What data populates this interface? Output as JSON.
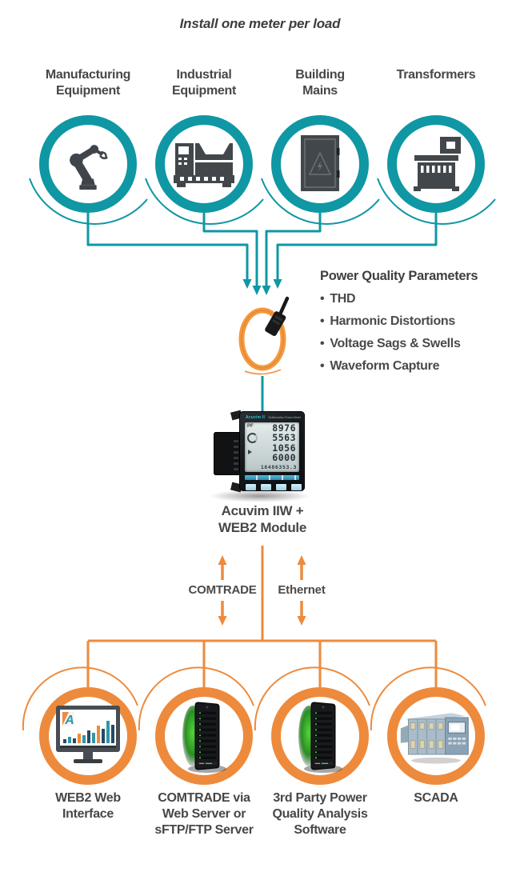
{
  "title": "Install one meter per load",
  "colors": {
    "teal": "#0f97a4",
    "orange": "#ee8a3c",
    "icon_gray": "#42474b",
    "text_dark": "#454545"
  },
  "sources": {
    "items": [
      {
        "label": "Manufacturing\nEquipment",
        "icon": "robot-arm-icon"
      },
      {
        "label": "Industrial\nEquipment",
        "icon": "cnc-machine-icon"
      },
      {
        "label": "Building\nMains",
        "icon": "electrical-panel-icon"
      },
      {
        "label": "Transformers",
        "icon": "transformer-icon"
      }
    ]
  },
  "power_quality": {
    "heading": "Power Quality Parameters",
    "bullet_glyph": "•",
    "items": [
      "THD",
      "Harmonic Distortions",
      "Voltage Sags & Swells",
      "Waveform Capture"
    ]
  },
  "meter": {
    "label": "Acuvim IIW +\nWEB2 Module",
    "brand": "Acuvim II",
    "model_text": "Multifunction Power Meter",
    "display": {
      "indicator": "PF",
      "rows": [
        "8976",
        "5563",
        "1056",
        "6000"
      ],
      "energy": "16486353.3"
    }
  },
  "links": {
    "left": "COMTRADE",
    "right": "Ethernet"
  },
  "outputs": {
    "items": [
      {
        "label": "WEB2 Web\nInterface",
        "icon": "monitor-chart-icon"
      },
      {
        "label": "COMTRADE via\nWeb Server or\nsFTP/FTP Server",
        "icon": "server-tower-icon"
      },
      {
        "label": "3rd Party Power\nQuality Analysis\nSoftware",
        "icon": "server-tower-icon"
      },
      {
        "label": "SCADA",
        "icon": "plc-rack-icon"
      }
    ]
  }
}
